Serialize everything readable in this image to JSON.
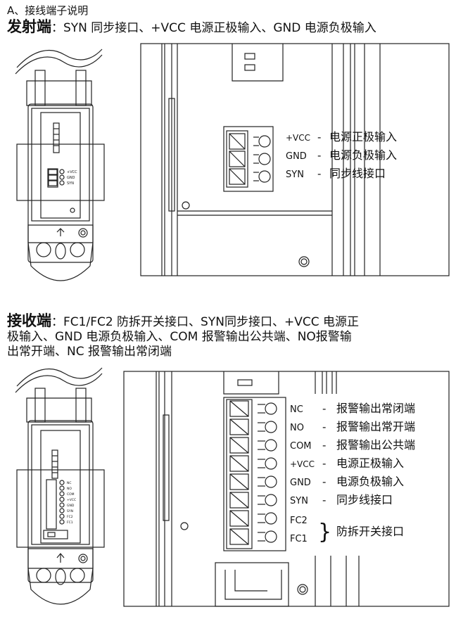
{
  "section": {
    "title": "A、接线端子说明"
  },
  "transmitter": {
    "heading": "发射端",
    "description": "：SYN 同步接口、+VCC 电源正极输入、GND 电源负极输入",
    "device_labels": [
      "+VCC",
      "GND",
      "SYN"
    ],
    "terminals": [
      {
        "code": "+VCC",
        "desc": "电源正极输入"
      },
      {
        "code": "GND",
        "desc": "电源负极输入"
      },
      {
        "code": "SYN",
        "desc": "同步线接口"
      }
    ]
  },
  "receiver": {
    "heading": "接收端",
    "description_lines": [
      "：FC1/FC2 防拆开关接口、SYN同步接口、+VCC 电源正",
      "极输入、GND 电源负极输入、COM 报警输出公共端、NO报警输",
      "出常开端、NC 报警输出常闭端"
    ],
    "device_labels": [
      "NC",
      "NO",
      "COM",
      "+VCC",
      "GND",
      "SYN",
      "FC2",
      "FC1"
    ],
    "terminals": [
      {
        "code": "NC",
        "desc": "报警输出常闭端"
      },
      {
        "code": "NO",
        "desc": "报警输出常开端"
      },
      {
        "code": "COM",
        "desc": "报警输出公共端"
      },
      {
        "code": "+VCC",
        "desc": "电源正极输入"
      },
      {
        "code": "GND",
        "desc": "电源负极输入"
      },
      {
        "code": "SYN",
        "desc": "同步线接口"
      }
    ],
    "tamper": {
      "codes": [
        "FC2",
        "FC1"
      ],
      "desc": "防拆开关接口"
    }
  },
  "dash": "-",
  "brace": "}"
}
